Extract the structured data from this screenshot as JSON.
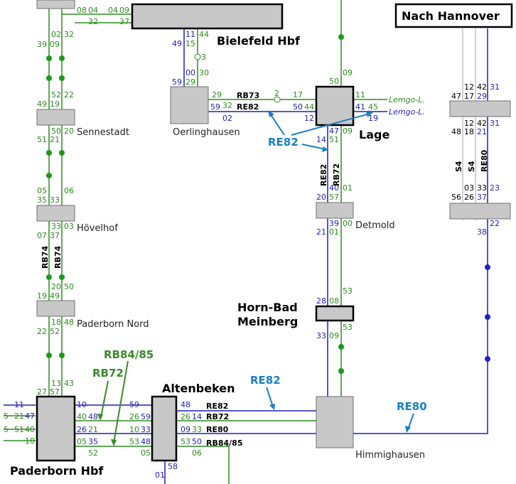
{
  "stations": {
    "bielefeld": "Bielefeld Hbf",
    "sennestadt": "Sennestadt",
    "hoevelhof": "Hövelhof",
    "paderborn_nord": "Paderborn Nord",
    "paderborn_hbf": "Paderborn Hbf",
    "altenbeken": "Altenbeken",
    "oerlinghausen": "Oerlinghausen",
    "lage": "Lage",
    "detmold": "Detmold",
    "horn_line1": "Horn-Bad",
    "horn_line2": "Meinberg",
    "himmighausen": "Himmighausen",
    "nach_hannover": "Nach Hannover"
  },
  "lines": {
    "rb73": "RB73",
    "re82": "RE82",
    "rb72": "RB72",
    "re80": "RE80",
    "rb84_85": "RB84/85",
    "rb74": "RB74",
    "s4": "S4"
  },
  "branch_labels": {
    "lemgo": "Lemgo-L."
  },
  "annotations": {
    "rb84_85": "RB84/85",
    "rb72": "RB72",
    "re82_lage": "RE82",
    "re82_bottom": "RE82",
    "re80_bottom": "RE80"
  },
  "colors": {
    "rb_green": "#2e8b20",
    "re_blue": "#1f1fb8",
    "annotation_blue": "#1a7fc1",
    "annotation_green": "#3a8a2a"
  },
  "minutes": {
    "top_04": "04",
    "top_09": "09",
    "top_08": "08",
    "top_04b": "04",
    "top_32": "32",
    "top_37": "37",
    "l_02": "02",
    "l_32": "32",
    "l_39": "39",
    "l_09": "09",
    "l_52": "52",
    "l_22": "22",
    "l_49": "49",
    "l_19": "19",
    "s_50": "50",
    "s_20": "20",
    "s_51": "51",
    "s_21": "21",
    "h_05": "05",
    "h_06": "06",
    "h_35": "35",
    "h_33": "33",
    "h_03": "03",
    "h_07": "07",
    "h_37": "37",
    "p_20": "20",
    "p_50": "50",
    "p_19": "19",
    "p_49": "49",
    "p_22": "22",
    "p_18": "18",
    "p_52": "52",
    "p_48": "48",
    "pb_13": "13",
    "pb_43": "43",
    "pb_27": "27",
    "pb_57": "57",
    "pbl_11": "11",
    "pbl_5a": "5",
    "pbl_21": "21",
    "pbl_47": "47",
    "pbl_5b": "5",
    "pbl_51": "51",
    "pbl_40": "40",
    "pbl_10": "10",
    "pbr_10": "10",
    "pbr_48": "48",
    "pbr_40": "40",
    "pbr_26": "26",
    "pbr_21": "21",
    "pbr_05": "05",
    "pbr_35": "35",
    "pbr_52": "52",
    "al_59": "59",
    "al_26": "26",
    "al_59b": "59",
    "al_10": "10",
    "al_33": "33",
    "al_53": "53",
    "al_48": "48",
    "al_05": "05",
    "ar_48": "48",
    "ar_26": "26",
    "ar_14": "14",
    "ar_09": "09",
    "ar_33": "33",
    "ar_53": "53",
    "ar_50": "50",
    "ar_06": "06",
    "ab_01": "01",
    "ab_58": "58",
    "bi_11": "11",
    "bi_44": "44",
    "bi_49": "49",
    "bi_15": "15",
    "bi_3": "3",
    "bi_00": "00",
    "bi_30": "30",
    "bi_59": "59",
    "bi_29": "29",
    "oe_29": "29",
    "oe_32": "32",
    "oe_59": "59",
    "oe_02": "02",
    "m_2": "2",
    "m_17": "17",
    "m_50": "50",
    "m_44": "44",
    "m_12": "12",
    "la_50": "50",
    "la_09": "09",
    "la_11": "11",
    "la_41": "41",
    "la_45": "45",
    "la_19": "19",
    "la_47": "47",
    "la_09b": "09",
    "la_14": "14",
    "la_51": "51",
    "de_40": "40",
    "de_01": "01",
    "de_20": "20",
    "de_57": "57",
    "de_39": "39",
    "de_00": "00",
    "de_21": "21",
    "de_01b": "01",
    "ho_53": "53",
    "ho_28": "28",
    "ho_08": "08",
    "ho_33": "33",
    "ho_09": "09",
    "ho_53b": "53",
    "n_12": "12",
    "n_42": "42",
    "n_31": "31",
    "n_47": "47",
    "n_17": "17",
    "n_29": "29",
    "n_12b": "12",
    "n_42b": "42",
    "n_31b": "31",
    "n_48": "48",
    "n_18": "18",
    "n_21": "21",
    "n_03": "03",
    "n_33": "33",
    "n_23": "23",
    "n_56": "56",
    "n_26": "26",
    "n_37": "37",
    "n_22": "22",
    "n_38": "38"
  }
}
